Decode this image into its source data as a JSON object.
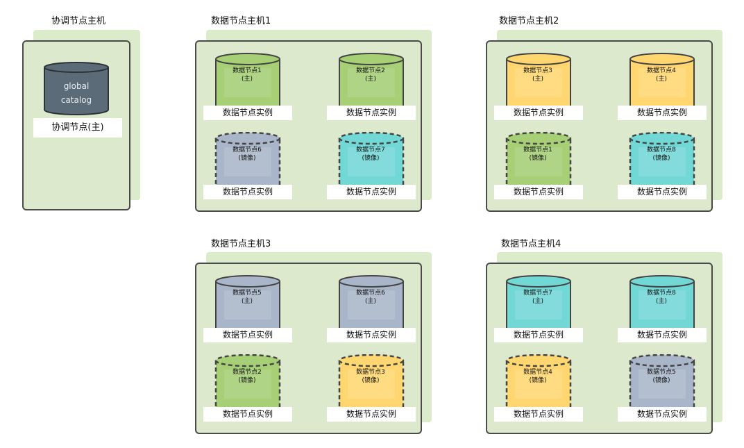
{
  "coordinator": {
    "title": "协调节点主机",
    "catalog_lines": [
      "global",
      "catalog"
    ],
    "node_label": "协调节点(主)"
  },
  "colors": {
    "green": "#a6cf76",
    "yellow": "#ffd670",
    "gray": "#a9b5c8",
    "cyan": "#72d8d6",
    "catalog": "#5b6c78"
  },
  "hosts": [
    {
      "title": "数据节点主机1",
      "nodes": [
        {
          "name": "数据节点1",
          "role": "(主)",
          "color": "green",
          "dashed": false,
          "instance": "数据节点实例"
        },
        {
          "name": "数据节点2",
          "role": "(主)",
          "color": "green",
          "dashed": false,
          "instance": "数据节点实例"
        },
        {
          "name": "数据节点6",
          "role": "(镜像)",
          "color": "gray",
          "dashed": true,
          "instance": "数据节点实例"
        },
        {
          "name": "数据节点7",
          "role": "(镜像)",
          "color": "cyan",
          "dashed": true,
          "instance": "数据节点实例"
        }
      ]
    },
    {
      "title": "数据节点主机2",
      "nodes": [
        {
          "name": "数据节点3",
          "role": "(主)",
          "color": "yellow",
          "dashed": false,
          "instance": "数据节点实例"
        },
        {
          "name": "数据节点4",
          "role": "(主)",
          "color": "yellow",
          "dashed": false,
          "instance": "数据节点实例"
        },
        {
          "name": "数据节点1",
          "role": "(镜像)",
          "color": "green",
          "dashed": true,
          "instance": "数据节点实例"
        },
        {
          "name": "数据节点8",
          "role": "(镜像)",
          "color": "cyan",
          "dashed": true,
          "instance": "数据节点实例"
        }
      ]
    },
    {
      "title": "数据节点主机3",
      "nodes": [
        {
          "name": "数据节点5",
          "role": "(主)",
          "color": "gray",
          "dashed": false,
          "instance": "数据节点实例"
        },
        {
          "name": "数据节点6",
          "role": "(主)",
          "color": "gray",
          "dashed": false,
          "instance": "数据节点实例"
        },
        {
          "name": "数据节点2",
          "role": "(镜像)",
          "color": "green",
          "dashed": true,
          "instance": "数据节点实例"
        },
        {
          "name": "数据节点3",
          "role": "(镜像)",
          "color": "yellow",
          "dashed": true,
          "instance": "数据节点实例"
        }
      ]
    },
    {
      "title": "数据节点主机4",
      "nodes": [
        {
          "name": "数据节点7",
          "role": "(主)",
          "color": "cyan",
          "dashed": false,
          "instance": "数据节点实例"
        },
        {
          "name": "数据节点8",
          "role": "(主)",
          "color": "cyan",
          "dashed": false,
          "instance": "数据节点实例"
        },
        {
          "name": "数据节点4",
          "role": "(镜像)",
          "color": "yellow",
          "dashed": true,
          "instance": "数据节点实例"
        },
        {
          "name": "数据节点5",
          "role": "(镜像)",
          "color": "gray",
          "dashed": true,
          "instance": "数据节点实例"
        }
      ]
    }
  ]
}
